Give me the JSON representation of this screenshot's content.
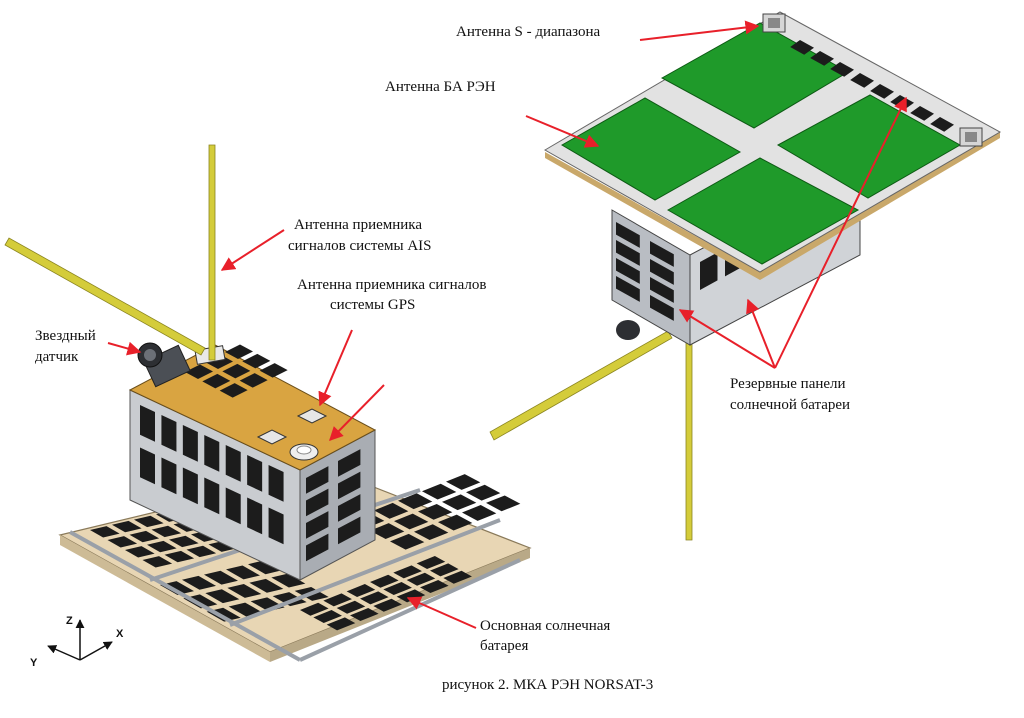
{
  "labels": {
    "antenna_s_band": "Антенна S - диапазона",
    "antenna_ba_ren": "Антенна БА РЭН",
    "ais_line1": "Антенна приемника",
    "ais_line2": "сигналов системы AIS",
    "gps_line1": "Антенна приемника сигналов",
    "gps_line2": "системы GPS",
    "star_line1": "Звездный",
    "star_line2": "датчик",
    "reserve_line1": "Резервные панели",
    "reserve_line2": "солнечной батареи",
    "main_line1": "Основная солнечная",
    "main_line2": "батарея"
  },
  "axes": {
    "z": "Z",
    "x": "X",
    "y": "Y"
  },
  "caption": "рисунок 2. МКА РЭН NORSAT-3",
  "colors": {
    "arrow": "#e8202a",
    "antenna_panel": "#1f9a2a",
    "antenna_rod": "#d4cc3a",
    "top_plate": "#d9a441",
    "base_plate": "#e8d6b4",
    "solar_cell": "#1c1c1c",
    "body_metal": "#c9ccd0"
  }
}
